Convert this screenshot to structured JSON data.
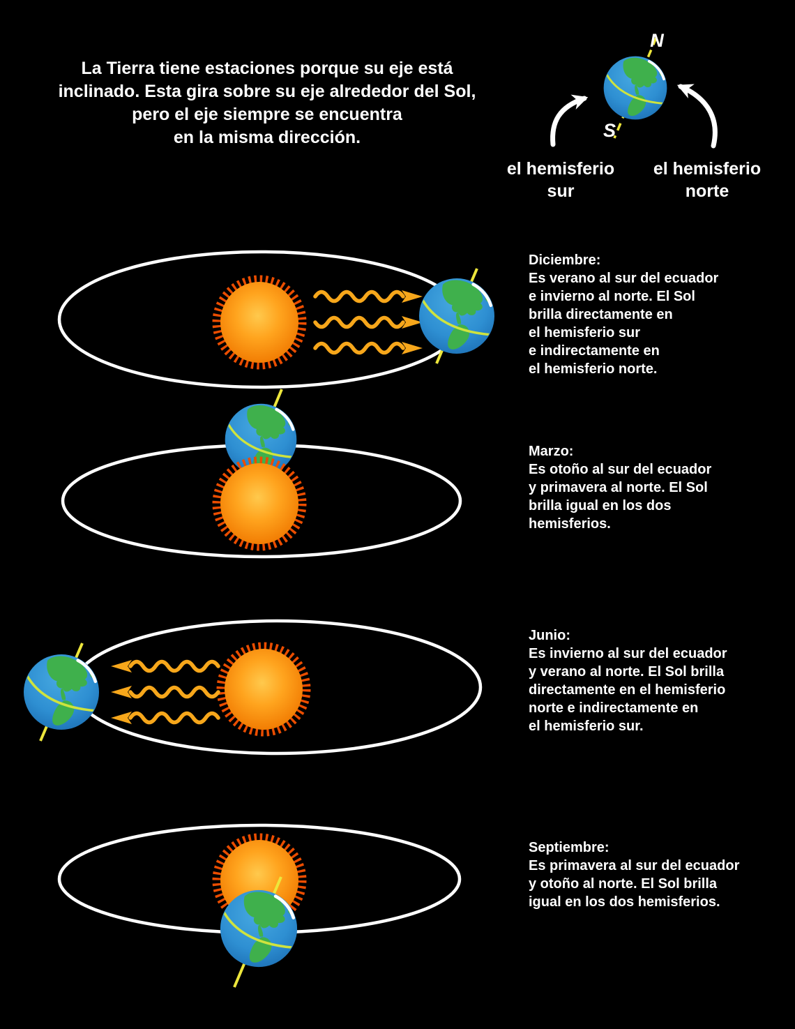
{
  "header": {
    "title": "La Tierra tiene estaciones porque su eje está\ninclinado. Esta gira sobre su eje alrededor del Sol,\npero el eje siempre se encuentra\nen la misma dirección."
  },
  "compass": {
    "north_label": "N",
    "south_label": "S",
    "left_label": "el hemisferio\nsur",
    "right_label": "el hemisferio\nnorte"
  },
  "seasons": [
    {
      "id": "diciembre",
      "title": "Diciembre:",
      "body": "Es verano al sur del ecuador\ne invierno al norte. El Sol\nbrilla directamente en\nel hemisferio sur\ne indirectamente en\nel hemisferio norte."
    },
    {
      "id": "marzo",
      "title": "Marzo:",
      "body": "Es otoño al sur del ecuador\ny primavera al norte. El Sol\nbrilla igual en los dos\nhemisferios."
    },
    {
      "id": "junio",
      "title": "Junio:",
      "body": "Es invierno al sur del ecuador\ny verano al norte. El Sol brilla\ndirectamente en el hemisferio\nnorte e indirectamente en\nel hemisferio sur."
    },
    {
      "id": "septiembre",
      "title": "Septiembre:",
      "body": "Es primavera al sur del ecuador\ny otoño al norte. El Sol brilla\nigual en los dos hemisferios."
    }
  ],
  "colors": {
    "background": "#000000",
    "text": "#FFFFFF",
    "orbit": "#FFFFFF",
    "sun_core": "#FFA41E",
    "sun_spikes": "#EB4D00",
    "heat_arrows": "#F7A71B",
    "earth_ocean": "#2E8FD2",
    "earth_land": "#3FB04C",
    "earth_axis": "#EDE63C",
    "equator_line": "#CFE33E"
  }
}
